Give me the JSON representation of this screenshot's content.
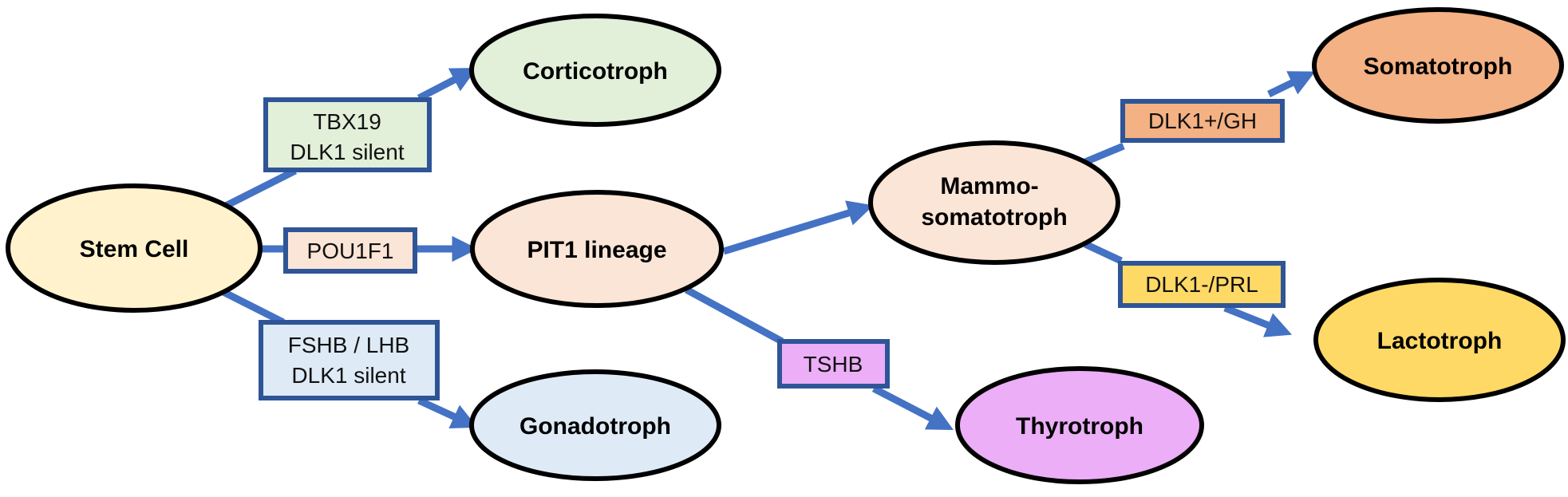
{
  "nodes": {
    "stem_cell": {
      "label": "Stem Cell",
      "fill": "#FFF2CC"
    },
    "corticotroph": {
      "label": "Corticotroph",
      "fill": "#E2EFD9"
    },
    "pit1": {
      "label": "PIT1 lineage",
      "fill": "#FBE5D6"
    },
    "gonadotroph": {
      "label": "Gonadotroph",
      "fill": "#DEEBF7"
    },
    "mammosomatotroph": {
      "label_line1": "Mammo-",
      "label_line2": "somatotroph",
      "fill": "#FBE5D6"
    },
    "thyrotroph": {
      "label": "Thyrotroph",
      "fill": "#EBAEF7"
    },
    "somatotroph": {
      "label": "Somatotroph",
      "fill": "#F4B183"
    },
    "lactotroph": {
      "label": "Lactotroph",
      "fill": "#FFD966"
    }
  },
  "factors": {
    "tbx19": {
      "line1": "TBX19",
      "line2": "DLK1 silent",
      "fill": "#E2EFD9"
    },
    "pou1f1": {
      "label": "POU1F1",
      "fill": "#FBE5D6"
    },
    "fshb": {
      "line1": "FSHB / LHB",
      "line2": "DLK1 silent",
      "fill": "#DEEBF7"
    },
    "tshb": {
      "label": "TSHB",
      "fill": "#EBAEF7"
    },
    "dlk1_gh": {
      "label": "DLK1+/GH",
      "fill": "#F4B183"
    },
    "dlk1_prl": {
      "label": "DLK1-/PRL",
      "fill": "#FFD966"
    }
  },
  "colors": {
    "arrow": "#4472C4",
    "box_border": "#2F5597",
    "node_border": "#000000"
  }
}
